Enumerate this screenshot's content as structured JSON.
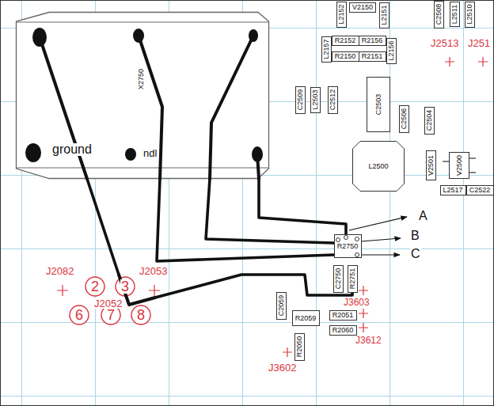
{
  "diagram": {
    "nodes": [
      {
        "text": [
          "X2750",
          "ground",
          "ndl"
        ]
      },
      {
        "text": [
          "L2152"
        ]
      },
      {
        "text": [
          "V2150"
        ]
      },
      {
        "text": [
          "L2151"
        ]
      },
      {
        "text": [
          "C2508"
        ]
      },
      {
        "text": [
          "L2511"
        ]
      },
      {
        "text": [
          "L2510"
        ]
      },
      {
        "text": [
          "L2157"
        ]
      },
      {
        "text": [
          "R2152"
        ]
      },
      {
        "text": [
          "R2156"
        ]
      },
      {
        "text": [
          "L2156"
        ]
      },
      {
        "text": [
          "R2150"
        ]
      },
      {
        "text": [
          "R2151"
        ]
      },
      {
        "text": [
          "C2509"
        ]
      },
      {
        "text": [
          "L2503"
        ]
      },
      {
        "text": [
          "C2512"
        ]
      },
      {
        "text": [
          "C2503"
        ]
      },
      {
        "text": [
          "C2506"
        ]
      },
      {
        "text": [
          "C2504"
        ]
      },
      {
        "text": [
          "L2500"
        ]
      },
      {
        "text": [
          "V2501"
        ]
      },
      {
        "text": [
          "V2500"
        ]
      },
      {
        "text": [
          "L2517"
        ]
      },
      {
        "text": [
          "C2522"
        ]
      },
      {
        "text": [
          "R2750"
        ]
      },
      {
        "text": [
          "C2750"
        ]
      },
      {
        "text": [
          "R2751"
        ]
      },
      {
        "text": [
          "2",
          "3",
          "6",
          "7",
          "8"
        ]
      },
      {
        "text": [
          "C2059"
        ]
      },
      {
        "text": [
          "R2051"
        ]
      },
      {
        "text": [
          "R2059"
        ]
      },
      {
        "text": [
          "R2060"
        ]
      },
      {
        "text": [
          "R2050"
        ]
      }
    ],
    "edges": [
      {
        "from": 0,
        "to": 27,
        "arrow": "none"
      },
      {
        "from": 0,
        "to": 24,
        "arrow": "none"
      },
      {
        "from": 0,
        "to": 24,
        "arrow": "none"
      },
      {
        "from": 0,
        "to": 24,
        "arrow": "none"
      },
      {
        "from": 27,
        "to": 26,
        "arrow": "none"
      }
    ],
    "labels": [
      "J2513",
      "J251",
      "J2082",
      "J2053",
      "J2052",
      "J3603",
      "J3612",
      "J3602",
      "A",
      "B",
      "C"
    ]
  }
}
